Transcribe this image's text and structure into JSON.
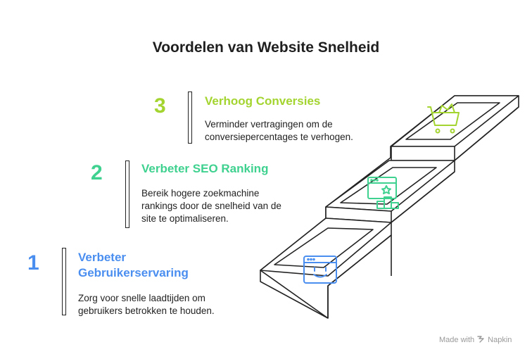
{
  "title": "Voordelen van Website Snelheid",
  "steps": [
    {
      "number": "3",
      "heading": "Verhoog Conversies",
      "description_lines": [
        "Verminder vertragingen om de",
        "conversiepercentages te verhogen."
      ],
      "color": "#a3d42f",
      "icon": "shopping-cart-icon"
    },
    {
      "number": "2",
      "heading": "Verbeter SEO Ranking",
      "description_lines": [
        "Bereik hogere zoekmachine",
        "rankings door de snelheid van de",
        "site te optimaliseren."
      ],
      "color": "#3fd18f",
      "icon": "ranking-podium-icon"
    },
    {
      "number": "1",
      "heading_lines": [
        "Verbeter",
        "Gebruikerservaring"
      ],
      "description_lines": [
        "Zorg voor snelle laadtijden om",
        "gebruikers betrokken te houden."
      ],
      "color": "#4a8ef0",
      "icon": "smiley-browser-icon"
    }
  ],
  "footer": {
    "label": "Made with",
    "brand": "Napkin"
  }
}
